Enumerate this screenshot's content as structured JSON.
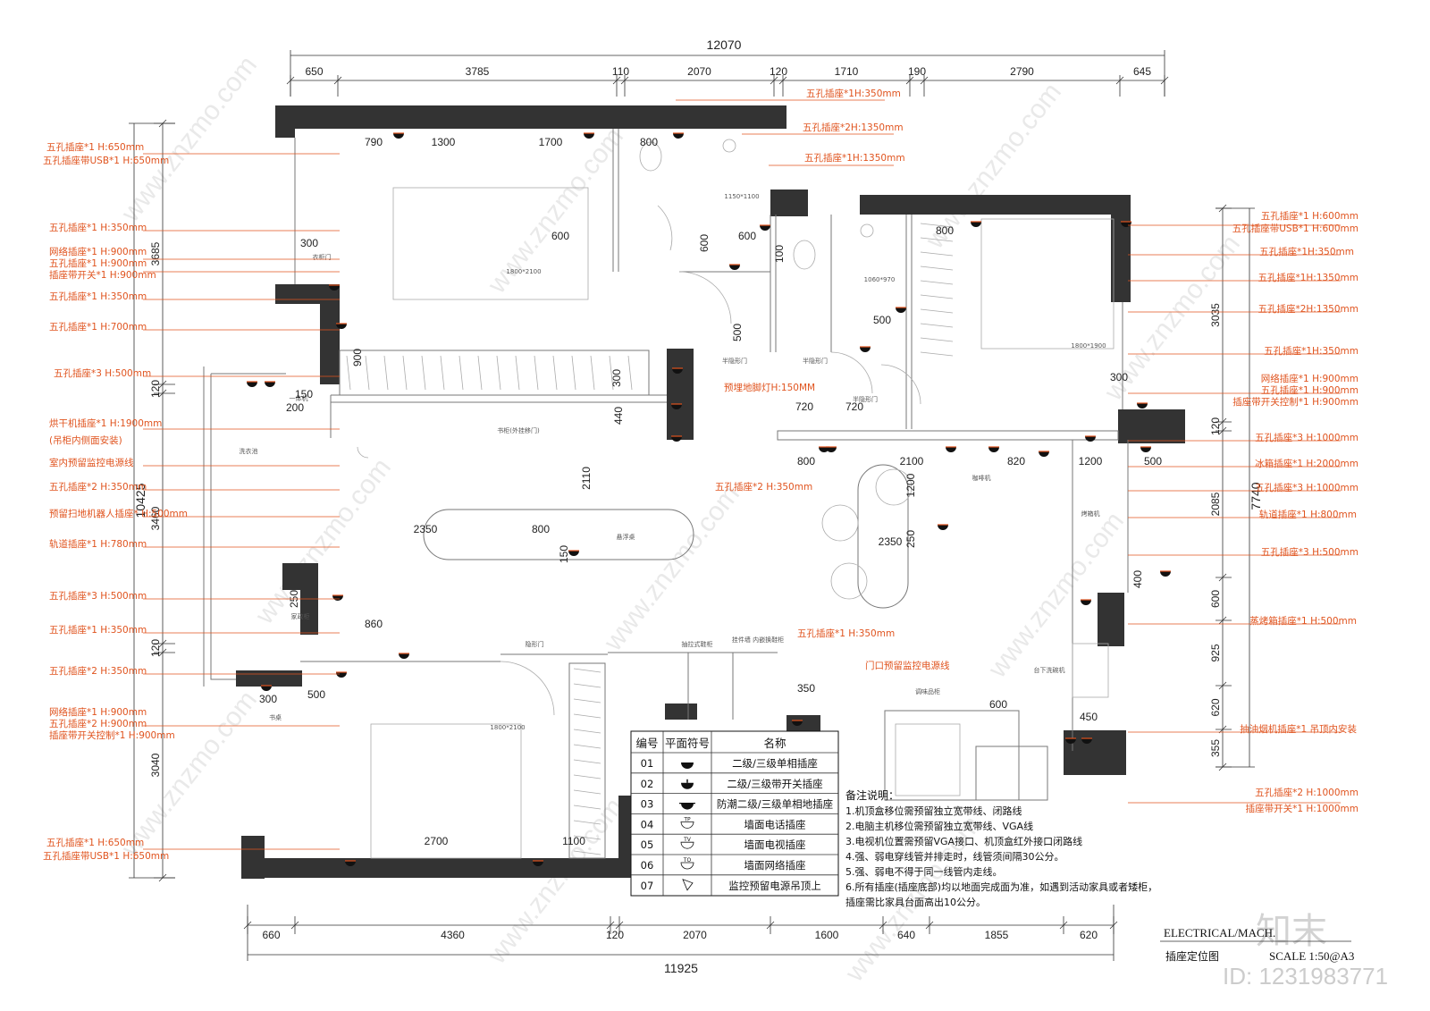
{
  "overall": {
    "top_total": "12070",
    "bottom_total": "11925",
    "left_total": "10425",
    "right_total": "7740"
  },
  "dims_top": [
    "650",
    "3785",
    "110",
    "2070",
    "120",
    "1710",
    "190",
    "2790",
    "645"
  ],
  "dims_bottom": [
    "660",
    "4360",
    "120",
    "2070",
    "1600",
    "640",
    "1855",
    "620"
  ],
  "dims_left": [
    "3685",
    "120",
    "3460",
    "120",
    "3040"
  ],
  "dims_right": [
    "3035",
    "120",
    "2085",
    "600",
    "925",
    "620",
    "355"
  ],
  "interior_dims": [
    "790",
    "1300",
    "1700",
    "800",
    "600",
    "600",
    "100",
    "800",
    "300",
    "900",
    "500",
    "300",
    "150",
    "200",
    "720",
    "720",
    "800",
    "2100",
    "820",
    "1200",
    "500",
    "2110",
    "300",
    "440",
    "2350",
    "800",
    "150",
    "1200",
    "250",
    "2350",
    "400",
    "250",
    "860",
    "350",
    "300",
    "500",
    "600",
    "450",
    "2700",
    "1100",
    "500",
    "600"
  ],
  "room_notes": [
    "1800*2100",
    "1800*1900",
    "1800*2100",
    "1150*1100",
    "1060*970",
    "书柜(外挂移门)",
    "悬浮桌",
    "洗衣池",
    "咖啡机",
    "烤箱机",
    "隐形门",
    "抽拉式鞋柜",
    "挂件墙\n内嵌换鞋柜",
    "半隐形门",
    "半隐形门",
    "半隐形门",
    "衣柜门",
    "书桌",
    "调味品柜",
    "台下洗碗机",
    "家政柜",
    "一体机"
  ],
  "labels_left": [
    "五孔插座*1 H:650mm",
    "五孔插座带USB*1 H:650mm",
    "五孔插座*1 H:350mm",
    "网络插座*1 H:900mm",
    "五孔插座*1 H:900mm",
    "插座带开关*1 H:900mm",
    "五孔插座*1 H:350mm",
    "五孔插座*1 H:700mm",
    "五孔插座*3 H:500mm",
    "烘干机插座*1 H:1900mm",
    "(吊柜内侧面安装)",
    "室内预留监控电源线",
    "五孔插座*2 H:350mm",
    "预留扫地机器人插座* H:500mm",
    "轨道插座*1 H:780mm",
    "五孔插座*3 H:500mm",
    "五孔插座*1 H:350mm",
    "五孔插座*2 H:350mm",
    "网络插座*1 H:900mm",
    "五孔插座*2 H:900mm",
    "插座带开关控制*1 H:900mm",
    "五孔插座*1 H:650mm",
    "五孔插座带USB*1 H:650mm"
  ],
  "labels_right": [
    "五孔插座*1 H:600mm",
    "五孔插座带USB*1 H:600mm",
    "五孔插座*1H:350mm",
    "五孔插座*1H:1350mm",
    "五孔插座*2H:1350mm",
    "五孔插座*1H:350mm",
    "网络插座*1 H:900mm",
    "五孔插座*1 H:900mm",
    "插座带开关控制*1 H:900mm",
    "五孔插座*3 H:1000mm",
    "冰箱插座*1 H:2000mm",
    "五孔插座*3 H:1000mm",
    "轨道插座*1 H:800mm",
    "五孔插座*3 H:500mm",
    "蒸烤箱插座*1 H:500mm",
    "抽油烟机插座*1 吊顶内安装",
    "五孔插座*2 H:1000mm",
    "插座带开关*1 H:1000mm"
  ],
  "labels_center": [
    "五孔插座*1H:350mm",
    "五孔插座*2H:1350mm",
    "五孔插座*1H:1350mm",
    "预埋地脚灯H:150MM",
    "五孔插座*2 H:350mm",
    "五孔插座*1 H:350mm",
    "门口预留监控电源线"
  ],
  "legend": {
    "headers": [
      "编号",
      "平面符号",
      "名称"
    ],
    "rows": [
      {
        "no": "01",
        "icon": "single-phase-socket-icon",
        "name": "二级/三级单相插座"
      },
      {
        "no": "02",
        "icon": "switched-socket-icon",
        "name": "二级/三级带开关插座"
      },
      {
        "no": "03",
        "icon": "floor-socket-icon",
        "name": "防潮二级/三级单相地插座"
      },
      {
        "no": "04",
        "icon": "TP",
        "name": "墙面电话插座"
      },
      {
        "no": "05",
        "icon": "TV",
        "name": "墙面电视插座"
      },
      {
        "no": "06",
        "icon": "TO",
        "name": "墙面网络插座"
      },
      {
        "no": "07",
        "icon": "camera-icon",
        "name": "监控预留电源吊顶上"
      }
    ]
  },
  "notes": {
    "title": "备注说明：",
    "items": [
      "1.机顶盒移位需预留独立宽带线、闭路线",
      "2.电脑主机移位需预留独立宽带线、VGA线",
      "3.电视机位置需预留VGA接口、机顶盒红外接口闭路线",
      "4.强、弱电穿线管并排走时，线管须间隔30公分。",
      "5.强、弱电不得于同一线管内走线。",
      "6.所有插座(插座底部)均以地面完成面为准，如遇到活动家具或者矮柜，",
      "插座需比家具台面高出10公分。"
    ]
  },
  "title_block": {
    "en": "ELECTRICAL/MACH.",
    "cn": "插座定位图",
    "scale": "SCALE 1:50@A3"
  },
  "watermark": {
    "site": "www.znzmo.com",
    "brand": "知末",
    "id": "ID: 1231983771"
  },
  "colors": {
    "label": "#e0541f",
    "wall": "#333333",
    "line": "#222222",
    "bg": "#ffffff"
  }
}
